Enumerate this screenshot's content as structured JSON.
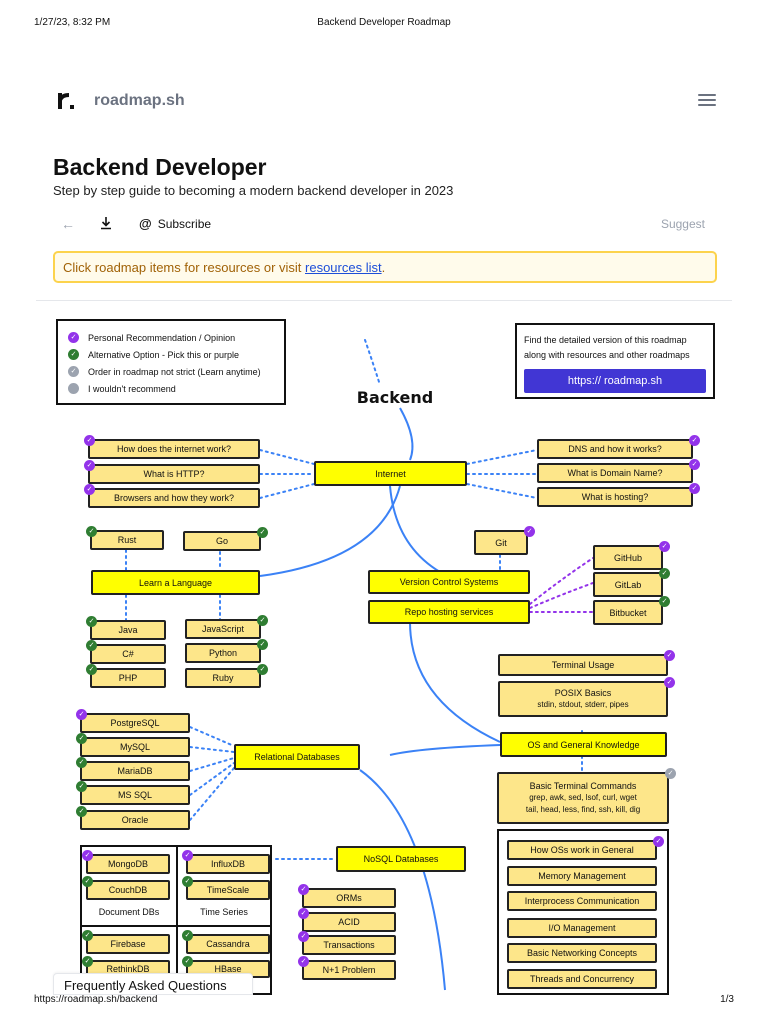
{
  "print": {
    "date": "1/27/23, 8:32 PM",
    "doc_title": "Backend Developer Roadmap",
    "url": "https://roadmap.sh/backend",
    "page": "1/3"
  },
  "nav": {
    "logo_text": "roadmap.sh"
  },
  "header": {
    "title": "Backend Developer",
    "subtitle": "Step by step guide to becoming a modern backend developer in 2023"
  },
  "actions": {
    "back": "←",
    "subscribe": "Subscribe",
    "suggest": "Suggest"
  },
  "notice": {
    "text": "Click roadmap items for resources or visit ",
    "link": "resources list",
    "tail": "."
  },
  "legend": [
    {
      "label": "Personal Recommendation / Opinion",
      "color": "#9333ea",
      "glyph": "✓"
    },
    {
      "label": "Alternative Option - Pick this or purple",
      "color": "#2f7d32",
      "glyph": "✓"
    },
    {
      "label": "Order in roadmap not strict (Learn anytime)",
      "color": "#9ca3af",
      "glyph": "✓"
    },
    {
      "label": "I wouldn't recommend",
      "color": "#9ca3af",
      "glyph": ""
    }
  ],
  "promo": {
    "text": "Find the detailed version of this roadmap along with resources and other roadmaps",
    "button": "https:// roadmap.sh"
  },
  "roadmap": {
    "title": "Backend",
    "nodes": {
      "internet": "Internet",
      "how_internet": "How does the internet work?",
      "what_http": "What is HTTP?",
      "browsers": "Browsers and how they work?",
      "dns": "DNS and how it works?",
      "domain": "What is Domain Name?",
      "hosting": "What is hosting?",
      "rust": "Rust",
      "go": "Go",
      "learn_lang": "Learn a Language",
      "java": "Java",
      "javascript": "JavaScript",
      "csharp": "C#",
      "python": "Python",
      "php": "PHP",
      "ruby": "Ruby",
      "git": "Git",
      "vcs": "Version Control Systems",
      "repo_hosting": "Repo hosting services",
      "github": "GitHub",
      "gitlab": "GitLab",
      "bitbucket": "Bitbucket",
      "terminal_usage": "Terminal Usage",
      "posix": "POSIX Basics",
      "posix_sub": "stdin, stdout, stderr, pipes",
      "os_knowledge": "OS and General Knowledge",
      "basic_cmds": "Basic Terminal Commands",
      "basic_cmds_sub1": "grep, awk, sed, lsof, curl, wget",
      "basic_cmds_sub2": "tail, head, less, find, ssh, kill, dig",
      "postgresql": "PostgreSQL",
      "mysql": "MySQL",
      "mariadb": "MariaDB",
      "mssql": "MS SQL",
      "oracle": "Oracle",
      "relational_db": "Relational Databases",
      "mongodb": "MongoDB",
      "couchdb": "CouchDB",
      "influxdb": "InfluxDB",
      "timescale": "TimeScale",
      "document_dbs": "Document DBs",
      "time_series": "Time Series",
      "firebase": "Firebase",
      "rethinkdb": "RethinkDB",
      "cassandra": "Cassandra",
      "hbase": "HBase",
      "nosql": "NoSQL Databases",
      "orms": "ORMs",
      "acid": "ACID",
      "transactions": "Transactions",
      "n1": "N+1 Problem",
      "os_general": "How OSs work in General",
      "memory": "Memory Management",
      "ipc": "Interprocess Communication",
      "io": "I/O Management",
      "networking": "Basic Networking Concepts",
      "threads": "Threads and Concurrency"
    }
  },
  "faq": {
    "title": "Frequently Asked Questions"
  },
  "colors": {
    "main_node": "#ffff00",
    "sub_node": "#fde68a",
    "purple": "#9333ea",
    "green": "#2f7d32",
    "grey": "#9ca3af",
    "link_blue": "#3b82f6",
    "accent": "#4136d4"
  }
}
